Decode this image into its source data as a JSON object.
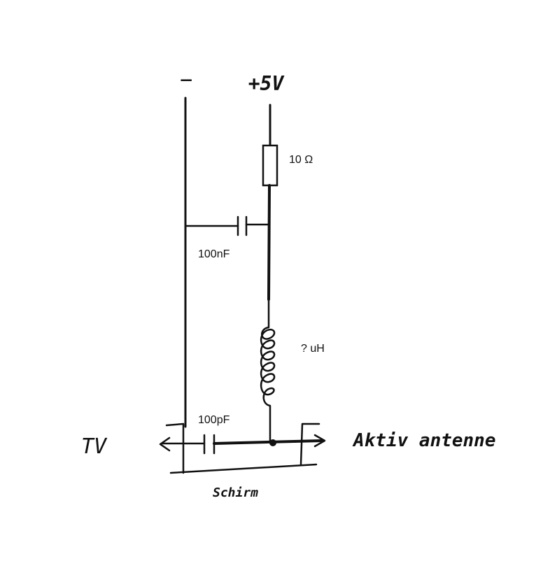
{
  "labels": {
    "minus": "−",
    "plus5v": "+5V",
    "resistor_value": "10 Ω",
    "cap_decoupling": "100nF",
    "inductor_value": "? uH",
    "cap_coupling": "100pF",
    "tv": "TV",
    "antenna": "Aktiv antenne",
    "shield": "Schirm"
  },
  "colors": {
    "ink": "#111111",
    "background": "#ffffff"
  }
}
